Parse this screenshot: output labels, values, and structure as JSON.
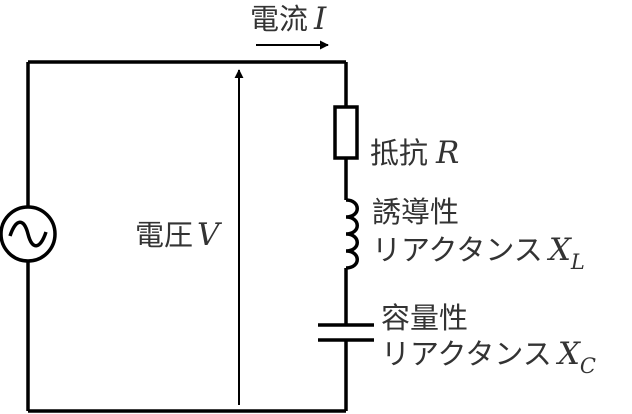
{
  "labels": {
    "current": {
      "text": "電流",
      "symbol": "I"
    },
    "voltage": {
      "text": "電圧",
      "symbol": "V"
    },
    "resistor": {
      "text": "抵抗",
      "symbol": "R"
    },
    "inductor": {
      "line1": "誘導性",
      "line2": "リアクタンス",
      "symbol": "X",
      "subscript": "L"
    },
    "capacitor": {
      "line1": "容量性",
      "line2": "リアクタンス",
      "symbol": "X",
      "subscript": "C"
    }
  }
}
